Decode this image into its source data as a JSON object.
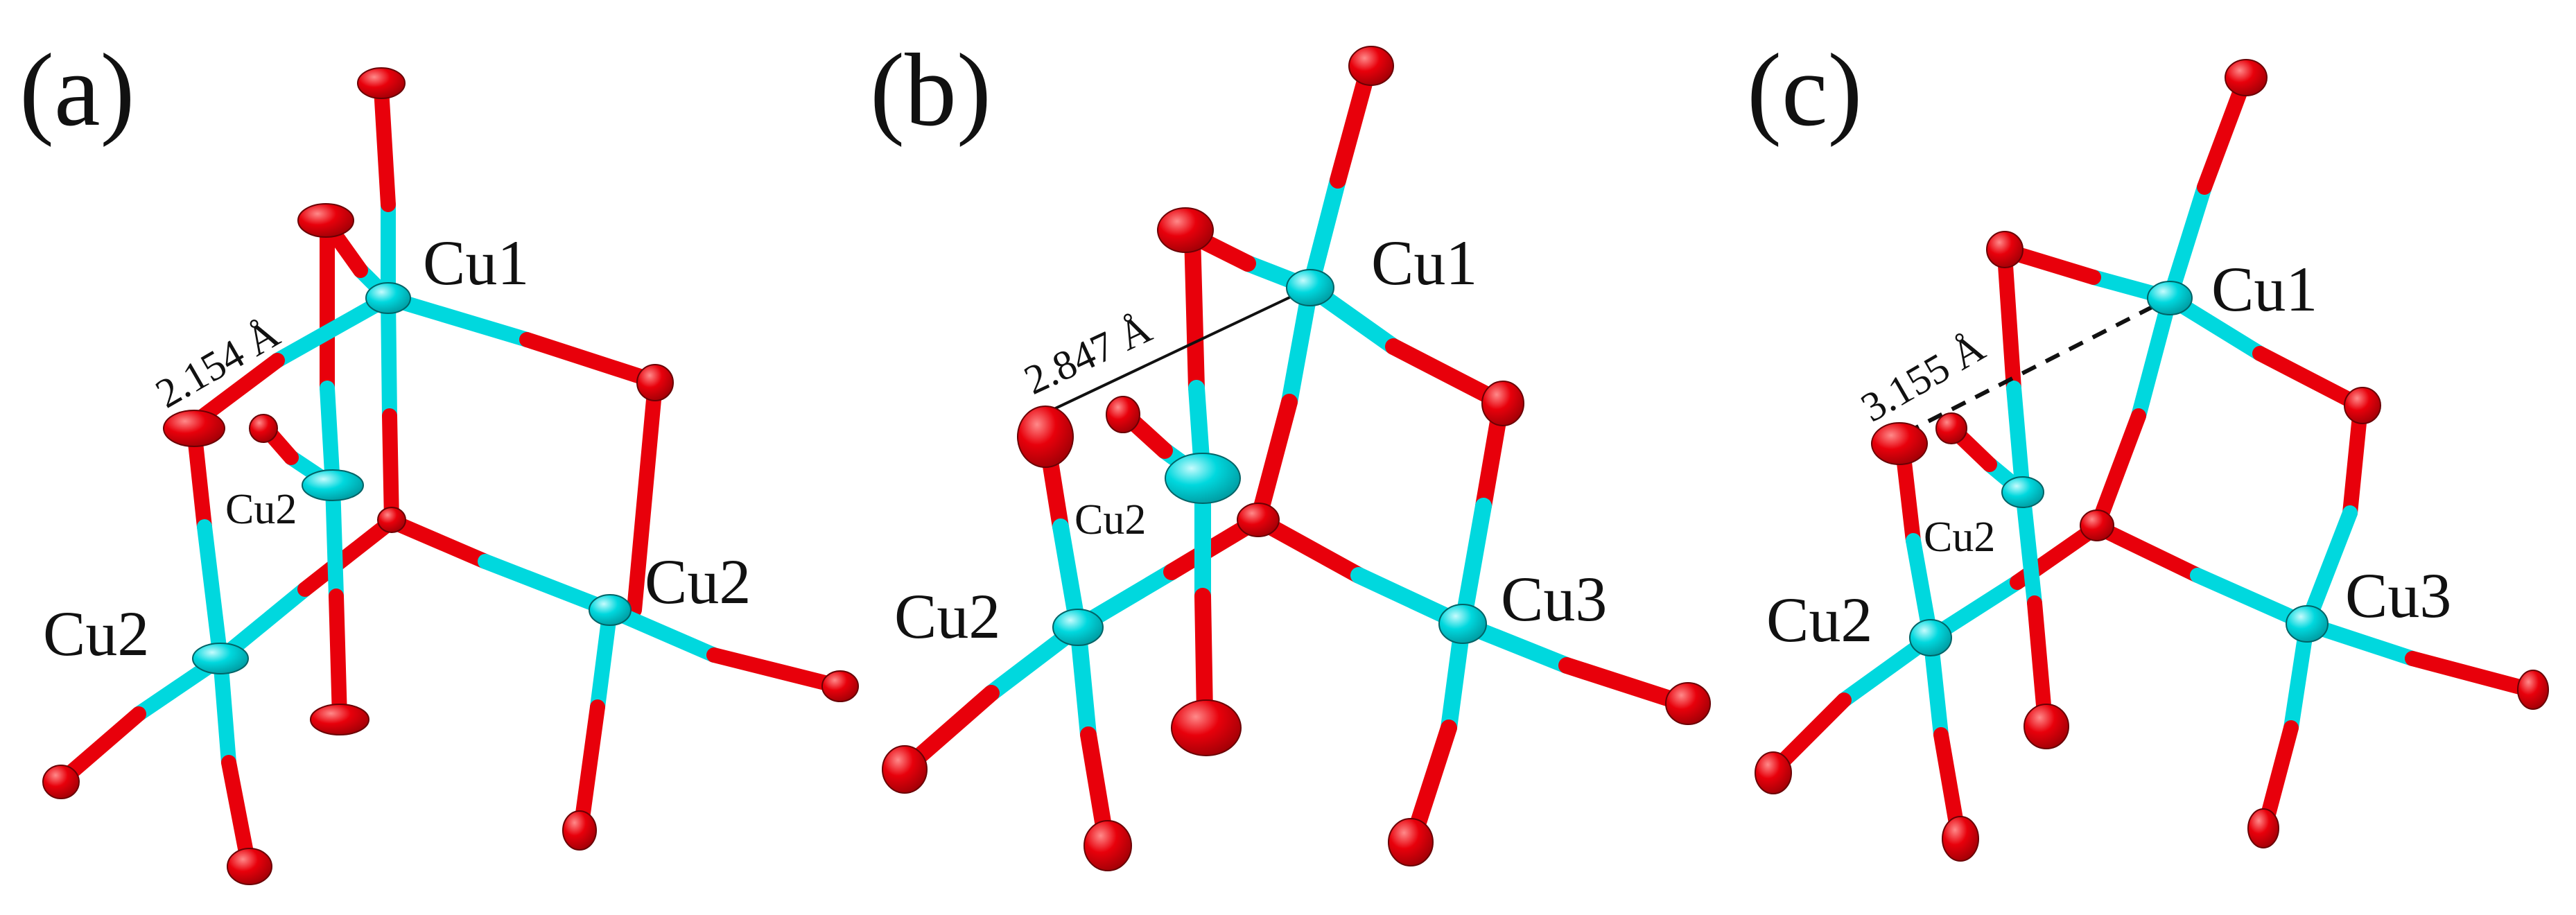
{
  "colors": {
    "copper": "#00D8DE",
    "oxygen": "#E8000B",
    "text": "#111111",
    "background": "#FFFFFF"
  },
  "panels": [
    {
      "label": "(a)",
      "atoms": {
        "top": "Cu1",
        "left": "Cu2",
        "right": "Cu2",
        "inner": "Cu2"
      },
      "distance": {
        "text": "2.154 Å",
        "style": "none"
      }
    },
    {
      "label": "(b)",
      "atoms": {
        "top": "Cu1",
        "left": "Cu2",
        "right": "Cu3",
        "inner": "Cu2"
      },
      "distance": {
        "text": "2.847 Å",
        "style": "solid"
      }
    },
    {
      "label": "(c)",
      "atoms": {
        "top": "Cu1",
        "left": "Cu2",
        "right": "Cu3",
        "inner": "Cu2"
      },
      "distance": {
        "text": "3.155 Å",
        "style": "dashed"
      }
    }
  ]
}
